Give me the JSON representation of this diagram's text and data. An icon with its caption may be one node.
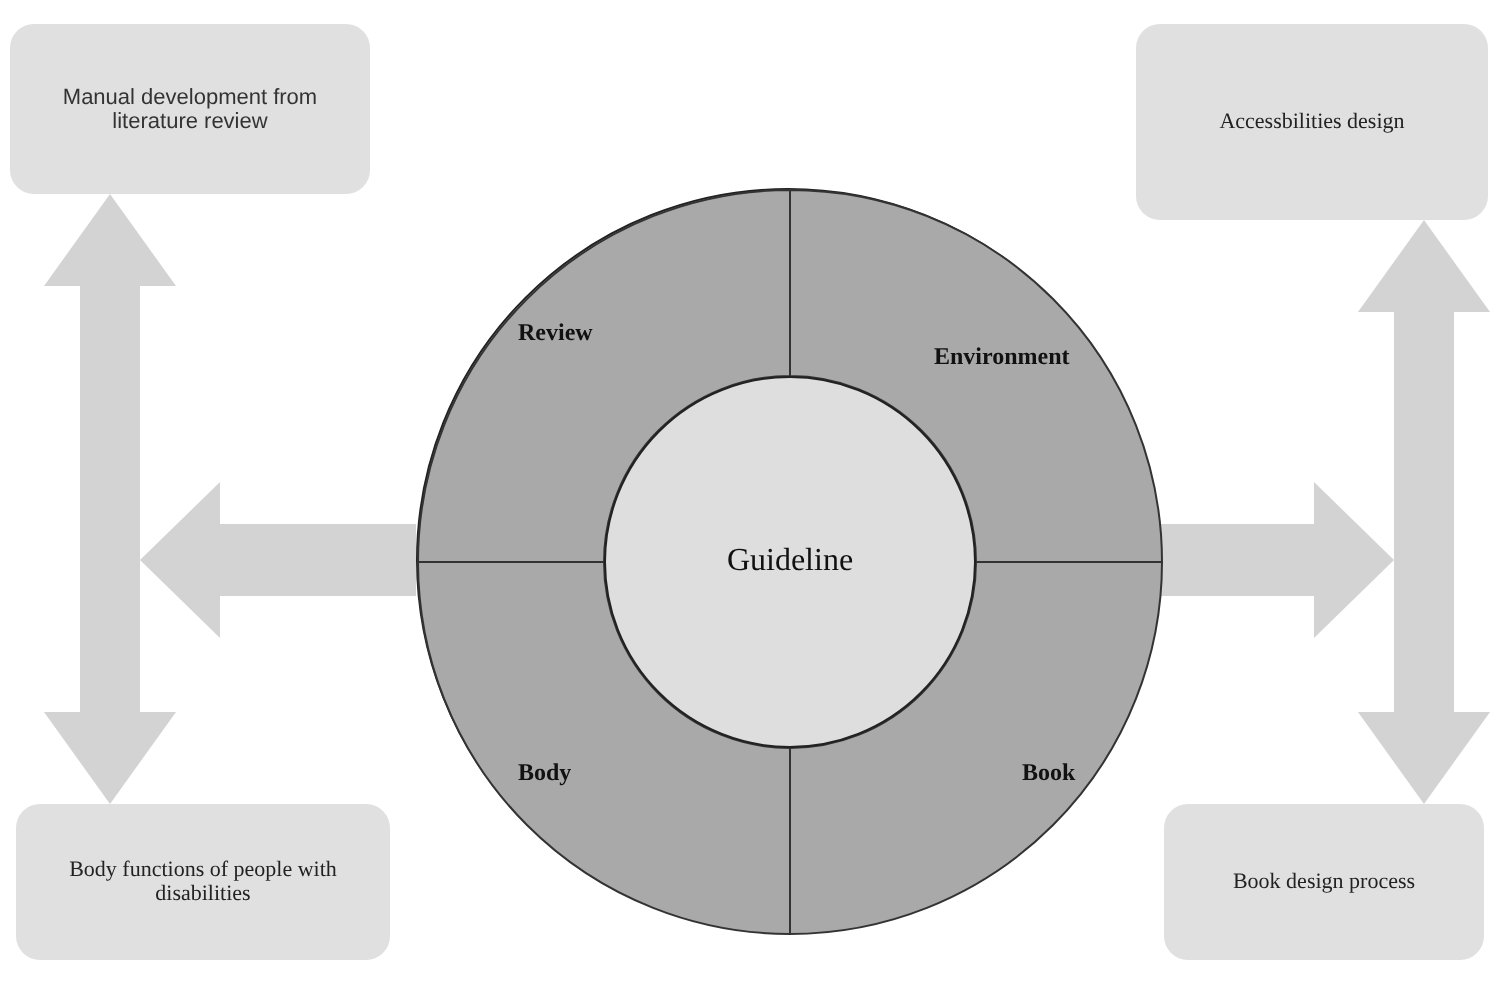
{
  "diagram": {
    "nodes": [
      {
        "text": [
          "Manual development from literature review"
        ]
      },
      {
        "text": [
          "Accessbilities design"
        ]
      },
      {
        "text": [],
        "shape": "circle"
      },
      {
        "text": [
          "Review"
        ],
        "in": 2
      },
      {
        "text": [
          "Environment"
        ],
        "in": 2
      },
      {
        "text": [
          "Body"
        ],
        "in": 2
      },
      {
        "text": [
          "Book"
        ],
        "in": 2
      },
      {
        "text": [
          "Guideline"
        ],
        "in": 2
      },
      {
        "text": [
          "Body functions of people with disabilities"
        ]
      },
      {
        "text": [
          "Book design process"
        ]
      }
    ],
    "edges": [
      {
        "from": 0,
        "to": 8,
        "arrow": "both"
      },
      {
        "from": 2,
        "to": null,
        "arrow": "to"
      },
      {
        "from": 2,
        "to": null,
        "arrow": "to"
      },
      {
        "from": 1,
        "to": 9,
        "arrow": "both"
      }
    ]
  }
}
